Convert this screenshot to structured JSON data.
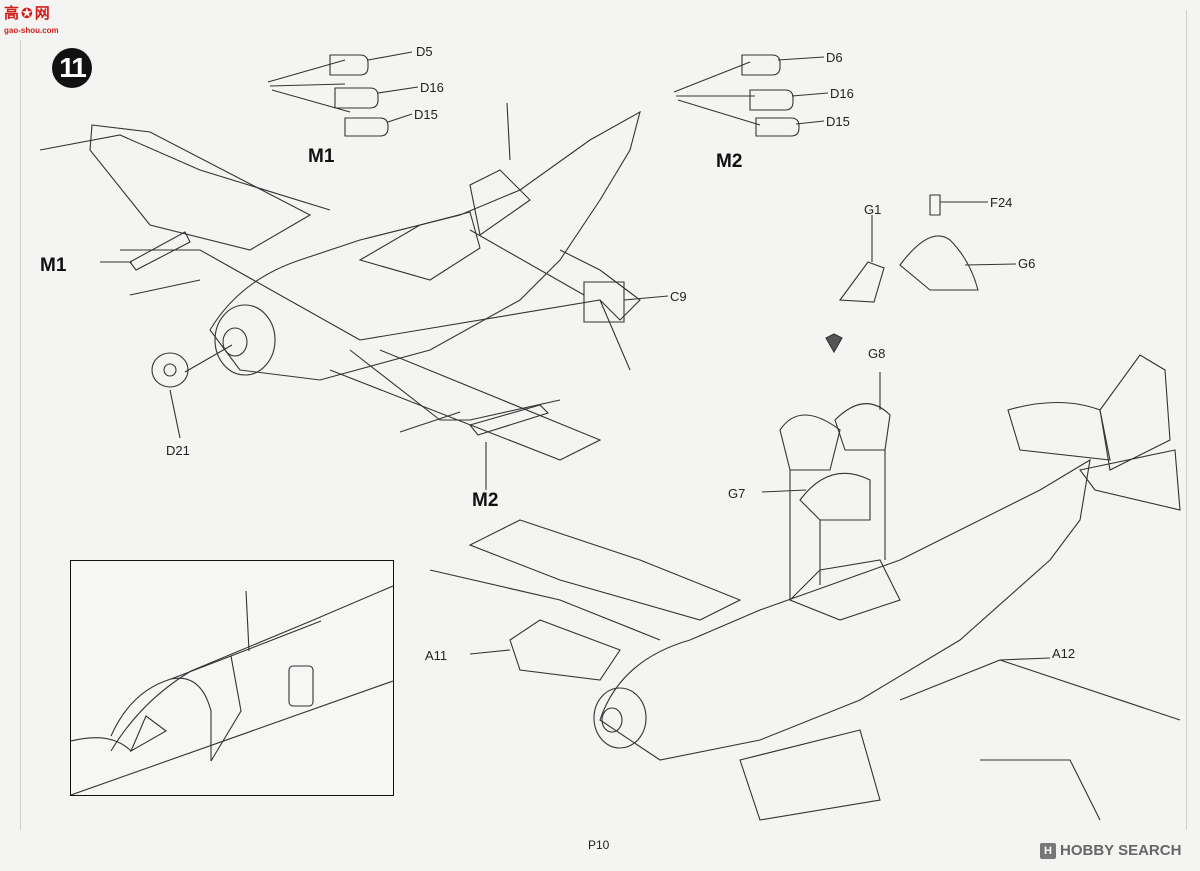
{
  "logo": {
    "cn_text": "高",
    "cn_text2": "网",
    "url": "gao-shou.com"
  },
  "watermark": {
    "brand": "HOBBY SEARCH"
  },
  "step": {
    "number": "11"
  },
  "labels": {
    "d5": "D5",
    "d16a": "D16",
    "d15a": "D15",
    "d6": "D6",
    "d16b": "D16",
    "d15b": "D15",
    "m1_top": "M1",
    "m2_top": "M2",
    "m1_side": "M1",
    "m2_bottom": "M2",
    "g1": "G1",
    "f24": "F24",
    "g6": "G6",
    "c9": "C9",
    "d21": "D21",
    "g8": "G8",
    "g7": "G7",
    "a11": "A11",
    "a12": "A12"
  },
  "footer": {
    "page": "P10"
  },
  "colors": {
    "ink": "#222222",
    "paper": "#f4f4f2",
    "logo_red": "#d21e1e"
  }
}
